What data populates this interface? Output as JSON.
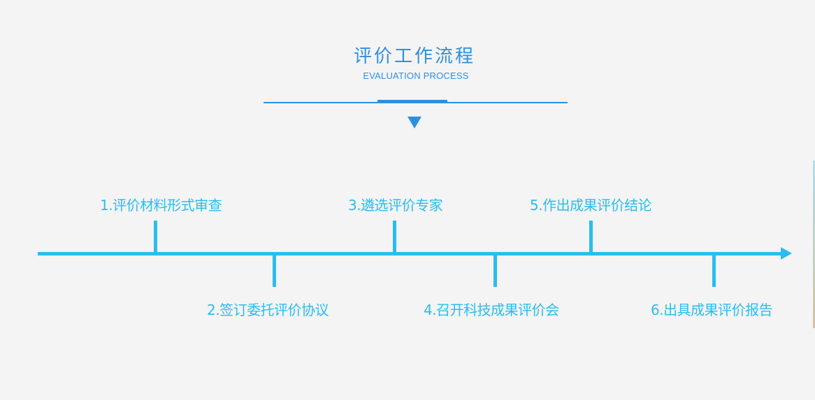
{
  "header": {
    "title": "评价工作流程",
    "subtitle": "EVALUATION PROCESS"
  },
  "steps": [
    {
      "label": "1.评价材料形式审查"
    },
    {
      "label": "2.签订委托评价协议"
    },
    {
      "label": "3.遴选评价专家"
    },
    {
      "label": "4.召开科技成果评价会"
    },
    {
      "label": "5.作出成果评价结论"
    },
    {
      "label": "6.出具成果评价报告"
    }
  ],
  "colors": {
    "title": "#2f8fdf",
    "timeline": "#29bdee",
    "background": "#f4f4f4"
  },
  "icons": {
    "pointer": "triangle-down-icon",
    "timeline_end": "arrow-right-icon"
  }
}
